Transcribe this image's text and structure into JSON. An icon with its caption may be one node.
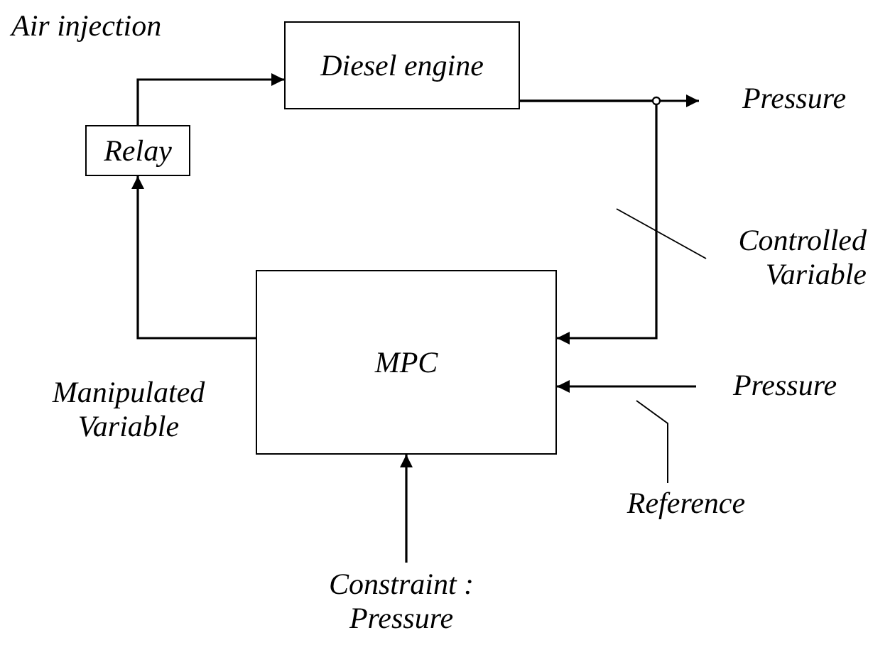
{
  "diagram": {
    "nodes": [
      {
        "text": [
          "Diesel engine"
        ]
      },
      {
        "text": [
          "Pressure"
        ]
      },
      {
        "text": [
          "Relay"
        ]
      },
      {
        "text": [
          "Controlled Variable"
        ]
      },
      {
        "text": [
          "MPC"
        ]
      },
      {
        "text": [
          "Pressure"
        ]
      },
      {
        "text": [
          "Reference"
        ]
      },
      {
        "text": [
          "Constraint : Pressure"
        ]
      }
    ],
    "edges": [
      {
        "from": 2,
        "to": 0,
        "arrow": "to"
      },
      {
        "from": 4,
        "to": 2,
        "arrow": "to"
      },
      {
        "from": 0,
        "to": 1,
        "arrow": "to"
      },
      {
        "from": 0,
        "to": 4,
        "arrow": "to"
      },
      {
        "from": 5,
        "to": 4,
        "arrow": "to"
      },
      {
        "from": 7,
        "to": 4,
        "arrow": "to"
      },
      {
        "from": 3,
        "to": null,
        "arrow": "none"
      },
      {
        "from": 6,
        "to": null,
        "arrow": "none"
      }
    ],
    "labels": [
      "Air injection",
      "Manipulated Variable"
    ]
  }
}
